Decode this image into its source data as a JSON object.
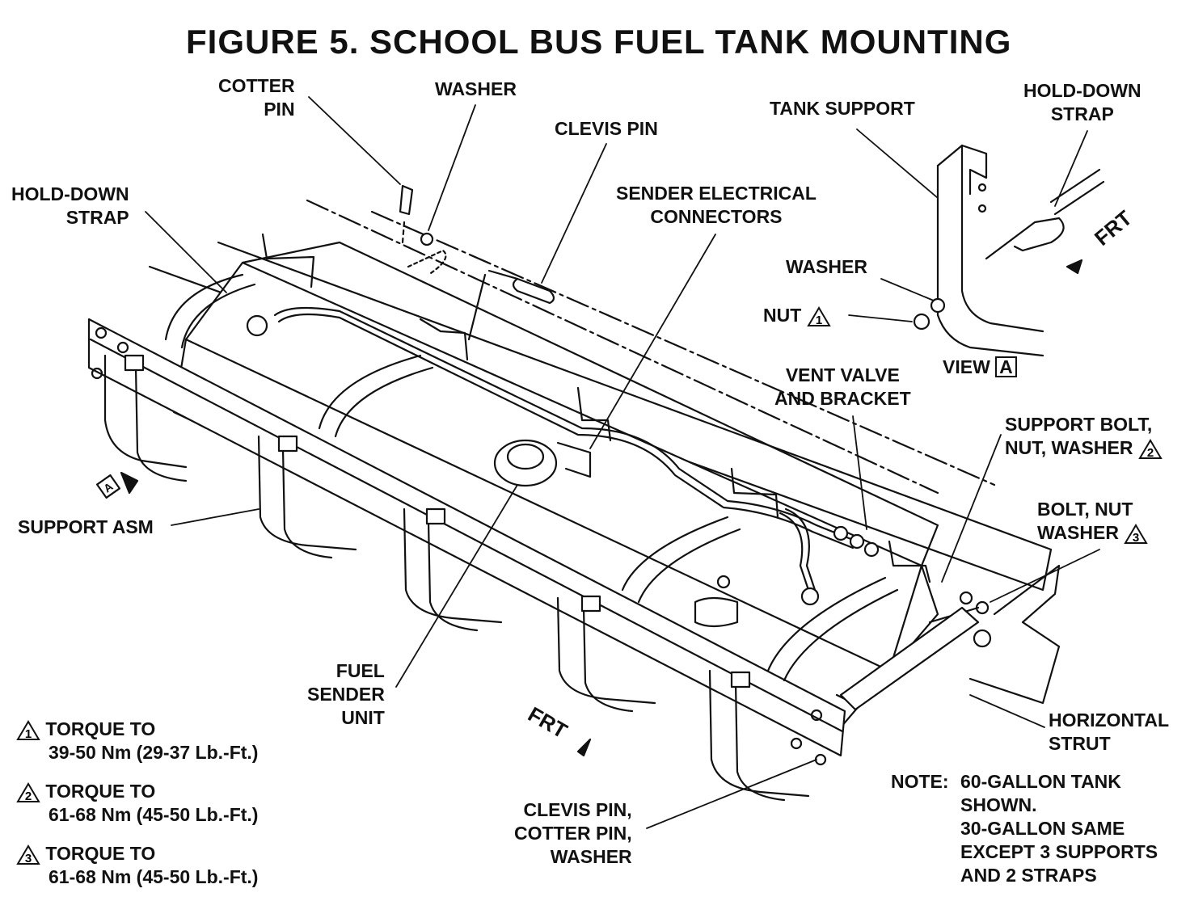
{
  "title": "FIGURE 5. SCHOOL BUS FUEL TANK MOUNTING",
  "labels": {
    "cotter_pin": [
      "COTTER",
      "PIN"
    ],
    "washer_top": "WASHER",
    "clevis_pin": "CLEVIS PIN",
    "sender_connectors": [
      "SENDER ELECTRICAL",
      "CONNECTORS"
    ],
    "tank_support": "TANK SUPPORT",
    "hold_down_strap_right": [
      "HOLD-DOWN",
      "STRAP"
    ],
    "hold_down_strap_left": [
      "HOLD-DOWN",
      "STRAP"
    ],
    "washer_view": "WASHER",
    "nut": "NUT",
    "nut_ref": "1",
    "frt_upper": "FRT",
    "view": "VIEW",
    "view_ref": "A",
    "vent_valve": [
      "VENT VALVE",
      "AND BRACKET"
    ],
    "support_bolt": [
      "SUPPORT BOLT,",
      "NUT, WASHER"
    ],
    "support_bolt_ref": "2",
    "bolt_nut": [
      "BOLT, NUT",
      "WASHER"
    ],
    "bolt_nut_ref": "3",
    "view_a_marker": "A",
    "support_asm": "SUPPORT ASM",
    "fuel_sender": [
      "FUEL",
      "SENDER",
      "UNIT"
    ],
    "frt_lower": "FRT",
    "horizontal_strut": [
      "HORIZONTAL",
      "STRUT"
    ],
    "clevis_group": [
      "CLEVIS PIN,",
      "COTTER PIN,",
      "WASHER"
    ]
  },
  "torque_notes": [
    {
      "ref": "1",
      "line1": "TORQUE TO",
      "line2": "39-50 Nm (29-37 Lb.-Ft.)"
    },
    {
      "ref": "2",
      "line1": "TORQUE TO",
      "line2": "61-68 Nm (45-50 Lb.-Ft.)"
    },
    {
      "ref": "3",
      "line1": "TORQUE TO",
      "line2": "61-68 Nm (45-50 Lb.-Ft.)"
    }
  ],
  "note": {
    "prefix": "NOTE:",
    "lines": [
      "60-GALLON TANK",
      "SHOWN.",
      "30-GALLON SAME",
      "EXCEPT 3 SUPPORTS",
      "AND 2 STRAPS"
    ]
  }
}
